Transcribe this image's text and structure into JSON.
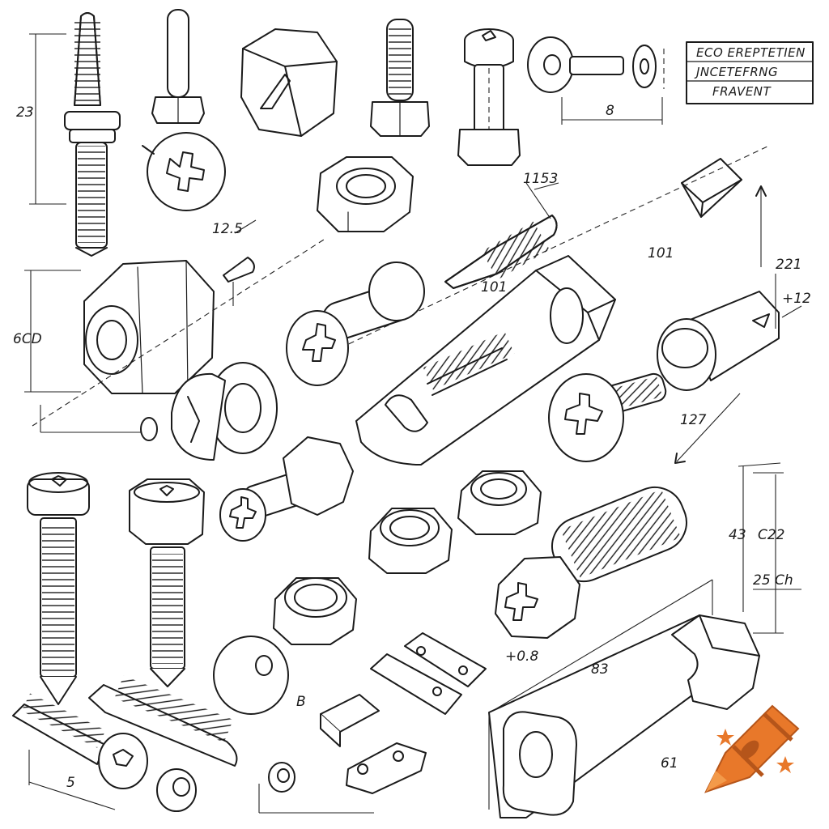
{
  "title_block": {
    "line1": "ECO EREPTETIEN",
    "line2": "JNCETEFRNG",
    "line3": "FRAVENT"
  },
  "dimensions": {
    "left_height": "23",
    "left_mid": "6CD",
    "top_shaft": "8",
    "pin_small": "12.5",
    "pin_top": "1153",
    "rail_a": "101",
    "rail_b": "101",
    "right_top_a": "221",
    "right_top_b": "+12",
    "right_arrow": "127",
    "right_v1": "43",
    "right_v2": "C22",
    "right_v3": "25 Ch",
    "small_plate": "+0.8",
    "bottom_long": "83",
    "bottom_rail": "61",
    "bottom_left": "5",
    "bottom_mid": "B"
  },
  "logo": {
    "name": "crayon-logo-icon",
    "colors": {
      "body": "#e8782a",
      "dark": "#b5551a",
      "tip": "#f39a4a"
    }
  }
}
